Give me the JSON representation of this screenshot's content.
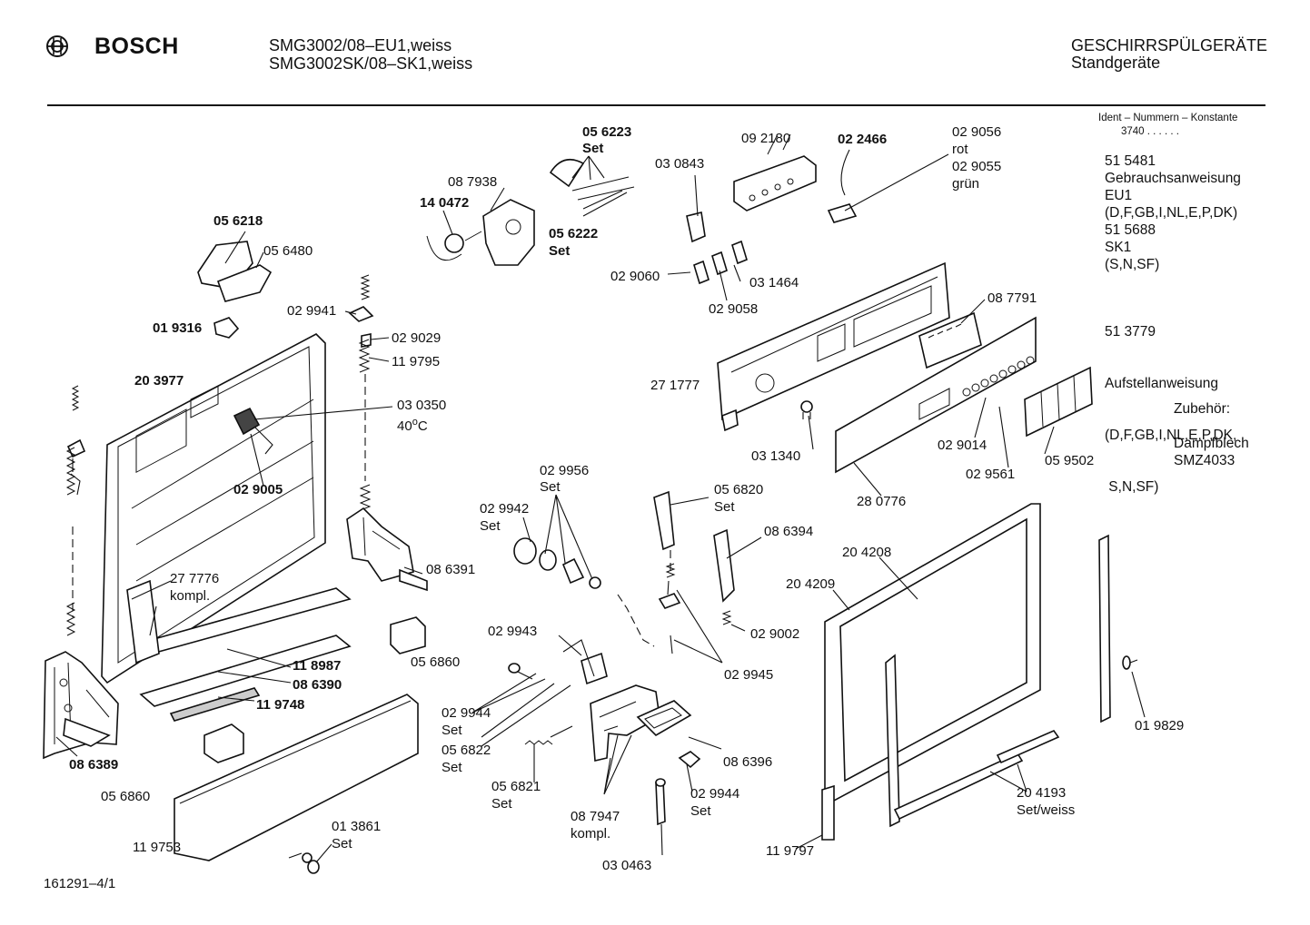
{
  "header": {
    "brand": "BOSCH",
    "model_line1": "SMG3002/08–EU1,weiss",
    "model_line2": "SMG3002SK/08–SK1,weiss",
    "category_line1": "GESCHIRRSPÜLGERÄTE",
    "category_line2": "Standgeräte"
  },
  "sidebar": {
    "ident_title": "Ident – Nummern – Konstante",
    "ident_value": "3740 . . . . . .",
    "docs": [
      "51 5481",
      "Gebrauchsanweisung",
      "EU1",
      "(D,F,GB,I,NL,E,P,DK)",
      "51 5688",
      "SK1",
      "(S,N,SF)"
    ],
    "docs2": [
      "51 3779",
      "Aufstellanweisung",
      "(D,F,GB,I,NL,E,P,DK,",
      " S,N,SF)"
    ],
    "accessory_title": "Zubehör:",
    "accessory_lines": [
      "Dampfblech",
      "SMZ4033"
    ]
  },
  "footer": {
    "drawing_number": "161291–4/1"
  },
  "labels": {
    "p056223": "05 6223",
    "set_a": "Set",
    "p092180": "09 2180",
    "p022466": "02 2466",
    "p029056": "02 9056",
    "rot": "rot",
    "p029055": "02 9055",
    "gruen": "grün",
    "p087938": "08 7938",
    "p030843": "03 0843",
    "p140472": "14 0472",
    "p056222": "05 6222",
    "set_b": "Set",
    "p056218": "05 6218",
    "p056480": "05 6480",
    "p029060": "02 9060",
    "p031464": "03 1464",
    "p029058": "02 9058",
    "p029941": "02 9941",
    "p019316": "01 9316",
    "p029029": "02 9029",
    "p119795": "11 9795",
    "p203977": "20 3977",
    "p087791": "08 7791",
    "p030350": "03 0350",
    "temp": "40",
    "temp_sup": "o",
    "temp_unit": "C",
    "p271777": "27 1777",
    "p029005": "02 9005",
    "p031340": "03 1340",
    "p029014": "02 9014",
    "p029956": "02 9956",
    "set_c": "Set",
    "p029561": "02 9561",
    "p059502": "05 9502",
    "p280776": "28 0776",
    "p056820": "05 6820",
    "set_d": "Set",
    "p029942": "02 9942",
    "set_e": "Set",
    "p086394": "08 6394",
    "p277776": "27 7776",
    "kompl_a": "kompl.",
    "p086391": "08 6391",
    "p204208": "20 4208",
    "p204209": "20 4209",
    "p029002": "02 9002",
    "p029943": "02 9943",
    "p056860a": "05 6860",
    "p118987": "11 8987",
    "p086390": "08 6390",
    "p119748": "11 9748",
    "p029945": "02 9945",
    "p019829": "01 9829",
    "p029944a": "02 9944",
    "set_f": "Set",
    "p056822": "05 6822",
    "set_g": "Set",
    "p086389": "08 6389",
    "p086396": "08 6396",
    "p056821": "05 6821",
    "set_h": "Set",
    "p029944b": "02 9944",
    "set_i": "Set",
    "p056860b": "05 6860",
    "p204193": "20 4193",
    "setweiss": "Set/weiss",
    "p087947": "08 7947",
    "kompl_b": "kompl.",
    "p013861": "01 3861",
    "set_j": "Set",
    "p119753": "11 9753",
    "p119797": "11 9797",
    "p030463": "03 0463"
  }
}
